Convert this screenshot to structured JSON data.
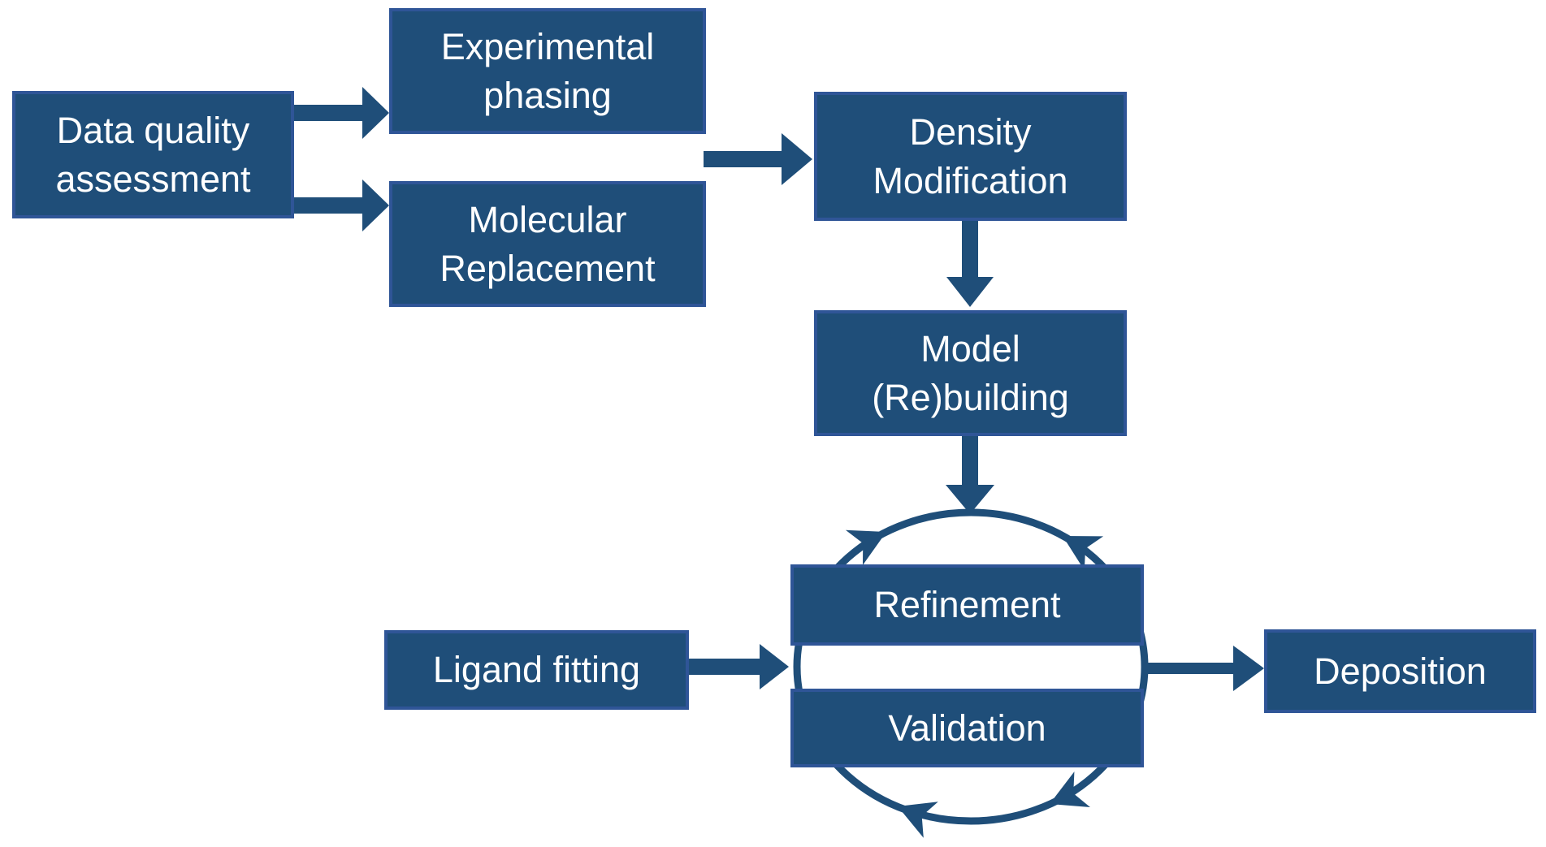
{
  "diagram": {
    "type": "flowchart",
    "background": "#FFFFFF",
    "colors": {
      "box_fill": "#1F4E79",
      "box_border": "#2F5597",
      "arrow": "#1F4E79",
      "text": "#FFFFFF"
    },
    "boxes": [
      {
        "id": "data-quality-assessment",
        "label": "Data quality\nassessment"
      },
      {
        "id": "experimental-phasing",
        "label": "Experimental\nphasing"
      },
      {
        "id": "molecular-replacement",
        "label": "Molecular\nReplacement"
      },
      {
        "id": "density-modification",
        "label": "Density\nModification"
      },
      {
        "id": "model-rebuilding",
        "label": "Model\n(Re)building"
      },
      {
        "id": "refinement",
        "label": "Refinement"
      },
      {
        "id": "validation",
        "label": "Validation"
      },
      {
        "id": "ligand-fitting",
        "label": "Ligand fitting"
      },
      {
        "id": "deposition",
        "label": "Deposition"
      }
    ],
    "edges": [
      {
        "from": "Data quality assessment",
        "to": "Experimental phasing"
      },
      {
        "from": "Data quality assessment",
        "to": "Molecular Replacement"
      },
      {
        "from": "Experimental phasing / Molecular Replacement",
        "to": "Density Modification"
      },
      {
        "from": "Density Modification",
        "to": "Model (Re)building"
      },
      {
        "from": "Model (Re)building",
        "to": "Refinement / Validation cycle"
      },
      {
        "from": "Ligand fitting",
        "to": "Refinement / Validation cycle"
      },
      {
        "from": "Refinement / Validation cycle",
        "to": "Deposition"
      }
    ],
    "cycle": {
      "members": [
        "Refinement",
        "Validation"
      ],
      "style": "elliptical arrows around boxes"
    }
  }
}
